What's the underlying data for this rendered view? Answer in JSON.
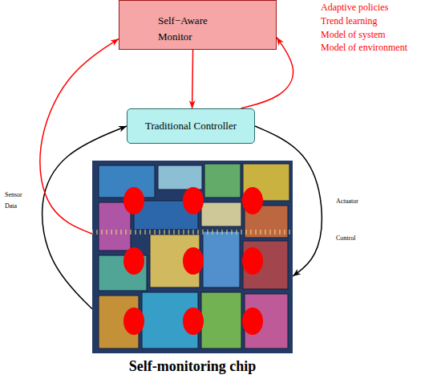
{
  "diagram": {
    "nodes": [
      {
        "text": [
          "Self−Aware Monitor"
        ]
      },
      {
        "text": [
          "Traditional Controller"
        ]
      },
      {
        "text": [
          "Self-monitoring chip"
        ]
      }
    ],
    "edges": [
      {
        "from": 2,
        "to": 1,
        "arrow": "to",
        "label": "Sensor Data"
      },
      {
        "from": 1,
        "to": 2,
        "arrow": "to",
        "label": "Actuator Control"
      },
      {
        "from": 2,
        "to": 0,
        "arrow": "to"
      },
      {
        "from": 0,
        "to": 1,
        "arrow": "to"
      },
      {
        "from": 1,
        "to": 0,
        "arrow": "to"
      }
    ],
    "labels": [
      "Adaptive policies",
      "Trend learning",
      "Model of system",
      "Model of environment"
    ]
  }
}
